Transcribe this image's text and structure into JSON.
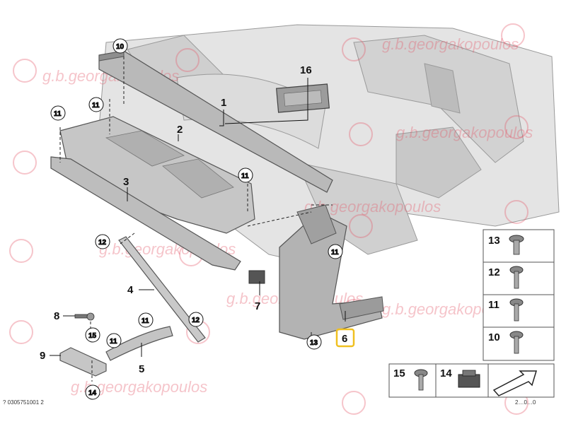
{
  "diagram": {
    "callouts": {
      "p1": "1",
      "p2": "2",
      "p3": "3",
      "p4": "4",
      "p5": "5",
      "p6": "6",
      "p7": "7",
      "p8": "8",
      "p9": "9",
      "p16": "16"
    },
    "circled": {
      "c10": "10",
      "c11": "11",
      "c12": "12",
      "c13": "13",
      "c14": "14",
      "c15": "15"
    },
    "legend": {
      "items": [
        {
          "label": "13"
        },
        {
          "label": "12"
        },
        {
          "label": "11"
        },
        {
          "label": "10"
        }
      ],
      "bottom": [
        {
          "label": "15"
        },
        {
          "label": "14"
        }
      ]
    },
    "watermark": "g.b.georgakopoulos",
    "corner_label_left": "? 0305751001 2",
    "corner_label_right": "2…0…0"
  }
}
